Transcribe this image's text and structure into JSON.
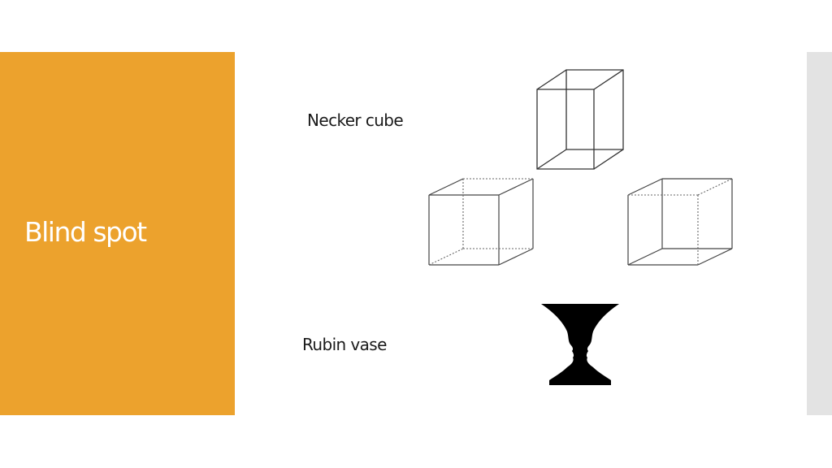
{
  "slide": {
    "title": "Blind spot"
  },
  "figures": {
    "necker_label": "Necker cube",
    "rubin_label": "Rubin vase"
  },
  "colors": {
    "accent": "#eca22d",
    "side_strip": "#e3e3e3",
    "title_text": "#ffffff",
    "body_text": "#1a1a1a",
    "vase": "#000000"
  }
}
